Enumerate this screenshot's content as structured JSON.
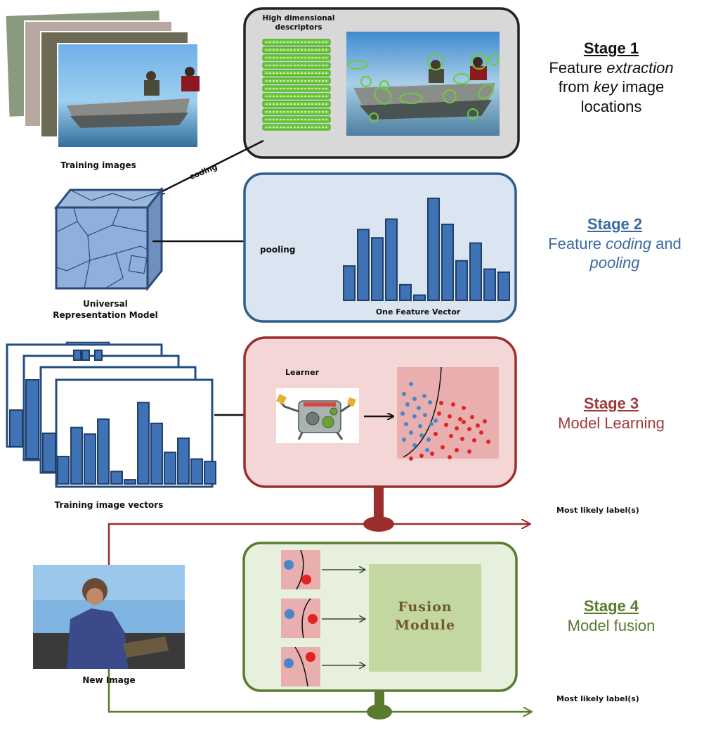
{
  "stage1": {
    "title": "Stage 1",
    "desc_parts": [
      {
        "t": "Feature ",
        "i": false
      },
      {
        "t": "extraction",
        "i": true
      },
      {
        "t": " from ",
        "i": false
      },
      {
        "t": "key",
        "i": true
      },
      {
        "t": " image locations",
        "i": false
      }
    ],
    "color": "#111111",
    "box_label": "High dimensional descriptors",
    "descriptor_count": 12
  },
  "stage2": {
    "title": "Stage 2",
    "desc_parts": [
      {
        "t": "Feature ",
        "i": false
      },
      {
        "t": "coding",
        "i": true
      },
      {
        "t": " and ",
        "i": false
      },
      {
        "t": "pooling",
        "i": true
      }
    ],
    "color": "#3a6aa0",
    "box_label": "One Feature Vector",
    "arrow_label": "pooling",
    "histogram": [
      0.33,
      0.68,
      0.6,
      0.78,
      0.15,
      0.05,
      0.98,
      0.73,
      0.38,
      0.55,
      0.3,
      0.27
    ]
  },
  "stage3": {
    "title": "Stage 3",
    "desc_parts": [
      {
        "t": "Model Learning",
        "i": false
      }
    ],
    "color": "#a03a3a",
    "learner_label": "Learner"
  },
  "stage4": {
    "title": "Stage 4",
    "desc_parts": [
      {
        "t": "Model fusion",
        "i": false
      }
    ],
    "color": "#5a7a30",
    "fusion_label": "Fusion Module"
  },
  "left": {
    "training_images": "Training images",
    "coding_label": "coding",
    "model_label_line1": "Universal",
    "model_label_line2": "Representation Model",
    "training_vectors": "Training image vectors",
    "new_image": "New Image"
  },
  "outputs": {
    "label_top": "Most likely label(s)",
    "label_bottom": "Most likely label(s)"
  },
  "colors": {
    "bar": "#3f73b5",
    "stage1_box": "#d8d8d8",
    "stage2_box": "#dbe5f1",
    "stage3_box": "#f4d6d6",
    "stage4_box": "#e7f0dc",
    "scatter_blue": "#4a86cc",
    "scatter_red": "#e32222",
    "fusion_box": "#c3d7a0",
    "descriptor_green": "#6dcc3a"
  }
}
